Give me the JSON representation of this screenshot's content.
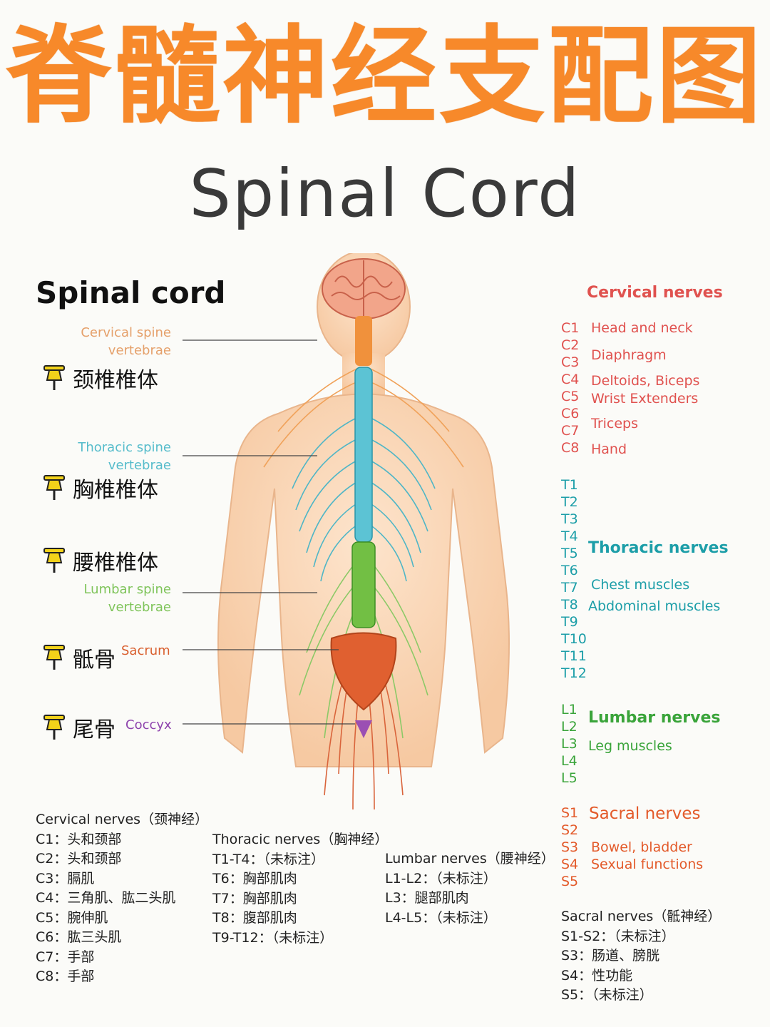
{
  "header": {
    "chinese_title": "脊髓神经支配图",
    "english_title": "Spinal Cord"
  },
  "diagram": {
    "heading": "Spinal cord",
    "left_labels": [
      {
        "en_line1": "Cervical spine",
        "en_line2": "vertebrae",
        "zh": "颈椎椎体",
        "color": "#e5a06a"
      },
      {
        "en_line1": "Thoracic spine",
        "en_line2": "vertebrae",
        "zh": "胸椎椎体",
        "color": "#56bccb"
      },
      {
        "en_line1": "",
        "en_line2": "",
        "zh": "腰椎椎体",
        "color": "#7fc45a"
      },
      {
        "en_line1": "Lumbar spine",
        "en_line2": "vertebrae",
        "zh": "",
        "color": "#7fc45a"
      },
      {
        "en_line1": "Sacrum",
        "en_line2": "",
        "zh": "骶骨",
        "color": "#d95f2e"
      },
      {
        "en_line1": "Coccyx",
        "en_line2": "",
        "zh": "尾骨",
        "color": "#8e44ad"
      }
    ],
    "pin_icon": "pushpin-icon"
  },
  "right_panel": {
    "cervical": {
      "title": "Cervical nerves",
      "color": "#e0524f",
      "levels": [
        "C1",
        "C2",
        "C3",
        "C4",
        "C5",
        "C6",
        "C7",
        "C8"
      ],
      "functions": [
        "Head and neck",
        "Diaphragm",
        "Deltoids, Biceps",
        "Wrist Extenders",
        "Triceps",
        "Hand"
      ]
    },
    "thoracic": {
      "title": "Thoracic nerves",
      "color": "#1c9ea8",
      "levels": [
        "T1",
        "T2",
        "T3",
        "T4",
        "T5",
        "T6",
        "T7",
        "T8",
        "T9",
        "T10",
        "T11",
        "T12"
      ],
      "functions": [
        "Chest muscles",
        "Abdominal muscles"
      ]
    },
    "lumbar": {
      "title": "Lumbar nerves",
      "color": "#3aa43a",
      "levels": [
        "L1",
        "L2",
        "L3",
        "L4",
        "L5"
      ],
      "functions": [
        "Leg muscles"
      ]
    },
    "sacral": {
      "title": "Sacral nerves",
      "color": "#e35a2a",
      "levels": [
        "S1",
        "S2",
        "S3",
        "S4",
        "S5"
      ],
      "functions": [
        "Bowel, bladder",
        "Sexual functions"
      ]
    }
  },
  "legend": {
    "cervical": [
      "Cervical nerves（颈神经）",
      "C1：头和颈部",
      "C2：头和颈部",
      "C3：膈肌",
      "C4：三角肌、肱二头肌",
      "C5：腕伸肌",
      "C6：肱三头肌",
      "C7：手部",
      "C8：手部"
    ],
    "thoracic": [
      "Thoracic nerves（胸神经）",
      "T1-T4：（未标注）",
      "T6：胸部肌肉",
      "T7：胸部肌肉",
      "T8：腹部肌肉",
      "T9-T12：（未标注）"
    ],
    "lumbar": [
      "Lumbar nerves（腰神经）",
      "L1-L2：（未标注）",
      "L3：腿部肌肉",
      "L4-L5：（未标注）"
    ],
    "sacral": [
      "Sacral nerves（骶神经）",
      "S1-S2：（未标注）",
      "S3：肠道、膀胱",
      "S4：性功能",
      "S5：（未标注）"
    ]
  }
}
